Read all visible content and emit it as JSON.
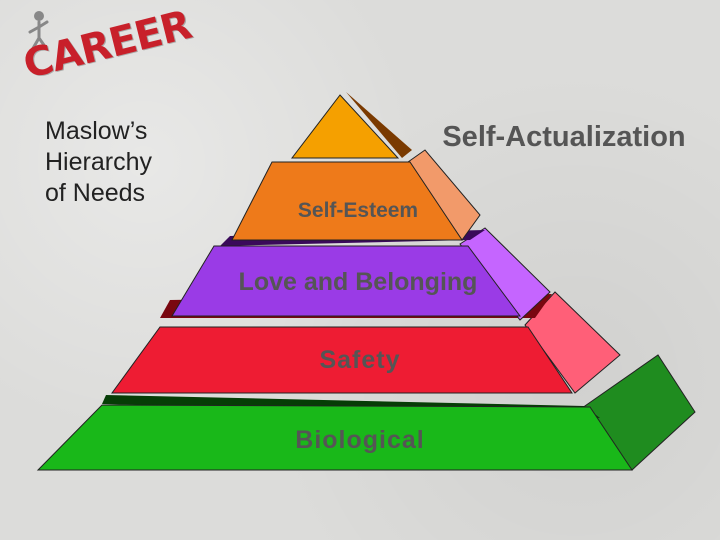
{
  "logo": {
    "text": "CAREER"
  },
  "subtitle": {
    "lines": [
      "Maslow’s",
      "Hierarchy",
      "of Needs"
    ]
  },
  "pyramid": {
    "levels": [
      {
        "label": "Self-Actualization",
        "color": "#f5a000"
      },
      {
        "label": "Self-Esteem",
        "color": "#ee7a1a"
      },
      {
        "label": "Love and Belonging",
        "color": "#9a3be6"
      },
      {
        "label": "Safety",
        "color": "#ee1c33"
      },
      {
        "label": "Biological",
        "color": "#19b819"
      }
    ],
    "side_colors": [
      "#f29a6a",
      "#c565ff",
      "#ff5f78",
      "#1f8c1f"
    ]
  }
}
